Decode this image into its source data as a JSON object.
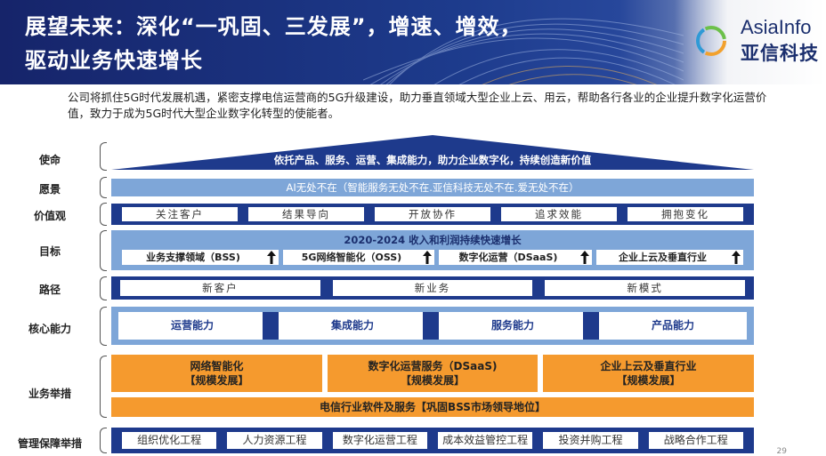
{
  "header": {
    "title_line1": "展望未来：深化“一巩固、三发展”，增速、增效，",
    "title_line2": "驱动业务快速增长",
    "logo_en": "AsiaInfo",
    "logo_cn": "亚信科技"
  },
  "intro": "公司将抓住5G时代发展机遇，紧密支撑电信运营商的5G升级建设，助力垂直领域大型企业上云、用云，帮助各行各业的企业提升数字化运营价值，致力于成为5G时代大型企业数字化转型的使能者。",
  "labels": {
    "mission": "使命",
    "vision": "愿景",
    "values": "价值观",
    "goals": "目标",
    "paths": "路径",
    "core": "核心能力",
    "business": "业务举措",
    "management": "管理保障举措"
  },
  "mission_text": "依托产品、服务、运营、集成能力，助力企业数字化，持续创造新价值",
  "vision_text": "AI无处不在（智能服务无处不在.亚信科技无处不在.爱无处不在）",
  "values": [
    "关注客户",
    "结果导向",
    "开放协作",
    "追求效能",
    "拥抱变化"
  ],
  "goals": {
    "title": "2020-2024 收入和利润持续快速增长",
    "items": [
      "业务支撑领域（BSS)",
      "5G网络智能化（OSS)",
      "数字化运营（DSaaS)",
      "企业上云及垂直行业"
    ]
  },
  "paths": [
    "新客户",
    "新业务",
    "新模式"
  ],
  "core": [
    "运营能力",
    "集成能力",
    "服务能力",
    "产品能力"
  ],
  "business": {
    "top": [
      {
        "line1": "网络智能化",
        "line2": "【规模发展】"
      },
      {
        "line1": "数字化运营服务（DSaaS)",
        "line2": "【规模发展】"
      },
      {
        "line1": "企业上云及垂直行业",
        "line2": "【规模发展】"
      }
    ],
    "bottom": "电信行业软件及服务【巩固BSS市场领导地位】"
  },
  "management": [
    "组织优化工程",
    "人力资源工程",
    "数字化运营工程",
    "成本效益管控工程",
    "投资并购工程",
    "战略合作工程"
  ],
  "page_number": "29",
  "colors": {
    "dark_blue": "#1e3a8c",
    "light_blue": "#7ea6d8",
    "orange": "#f59a2e"
  }
}
